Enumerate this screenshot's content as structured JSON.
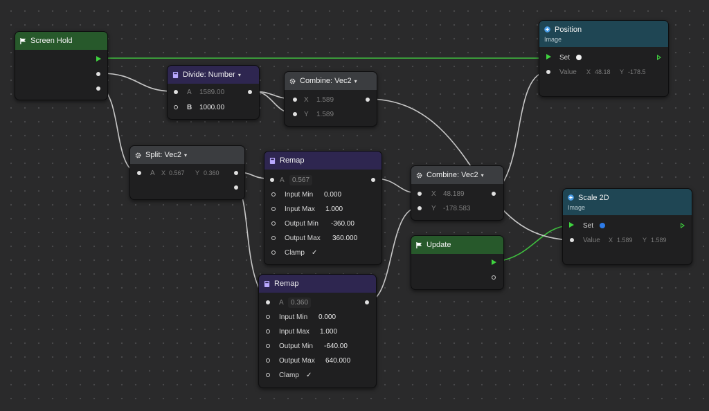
{
  "colors": {
    "exec_wire": "#3fbf3f",
    "data_wire": "#c8c8c8",
    "event_header": "#27592b",
    "math_header": "#2e2650",
    "vector_header": "#3b3d40",
    "component_header": "#1f4654"
  },
  "screen_hold": {
    "title": "Screen Hold",
    "icon": "flag-icon"
  },
  "divide": {
    "title": "Divide: Number",
    "icon": "calculator-icon",
    "a_label": "A",
    "a_value": "1589.00",
    "b_label": "B",
    "b_value": "1000.00"
  },
  "combine_top": {
    "title": "Combine: Vec2",
    "icon": "gear-icon",
    "x_label": "X",
    "x_value": "1.589",
    "y_label": "Y",
    "y_value": "1.589"
  },
  "split": {
    "title": "Split: Vec2",
    "icon": "gear-icon",
    "a_label": "A",
    "x_label": "X",
    "x_value": "0.567",
    "y_label": "Y",
    "y_value": "0.360"
  },
  "remap1": {
    "title": "Remap",
    "icon": "calculator-icon",
    "a_label": "A",
    "a_value": "0.567",
    "input_min_label": "Input Min",
    "input_min": "0.000",
    "input_max_label": "Input Max",
    "input_max": "1.000",
    "output_min_label": "Output Min",
    "output_min": "-360.00",
    "output_max_label": "Output Max",
    "output_max": "360.000",
    "clamp_label": "Clamp",
    "clamp_mark": "✓"
  },
  "remap2": {
    "title": "Remap",
    "icon": "calculator-icon",
    "a_label": "A",
    "a_value": "0.360",
    "input_min_label": "Input Min",
    "input_min": "0.000",
    "input_max_label": "Input Max",
    "input_max": "1.000",
    "output_min_label": "Output Min",
    "output_min": "-640.00",
    "output_max_label": "Output Max",
    "output_max": "640.000",
    "clamp_label": "Clamp",
    "clamp_mark": "✓"
  },
  "combine_mid": {
    "title": "Combine: Vec2",
    "icon": "gear-icon",
    "x_label": "X",
    "x_value": "48.189",
    "y_label": "Y",
    "y_value": "-178.583"
  },
  "update": {
    "title": "Update",
    "icon": "flag-icon"
  },
  "position": {
    "title": "Position",
    "subtitle": "Image",
    "icon": "component-icon",
    "set_label": "Set",
    "value_label": "Value",
    "x_label": "X",
    "x_value": "48.18",
    "y_label": "Y",
    "y_value": "-178.5"
  },
  "scale": {
    "title": "Scale 2D",
    "subtitle": "Image",
    "icon": "component-icon",
    "set_label": "Set",
    "value_label": "Value",
    "x_label": "X",
    "x_value": "1.589",
    "y_label": "Y",
    "y_value": "1.589"
  }
}
